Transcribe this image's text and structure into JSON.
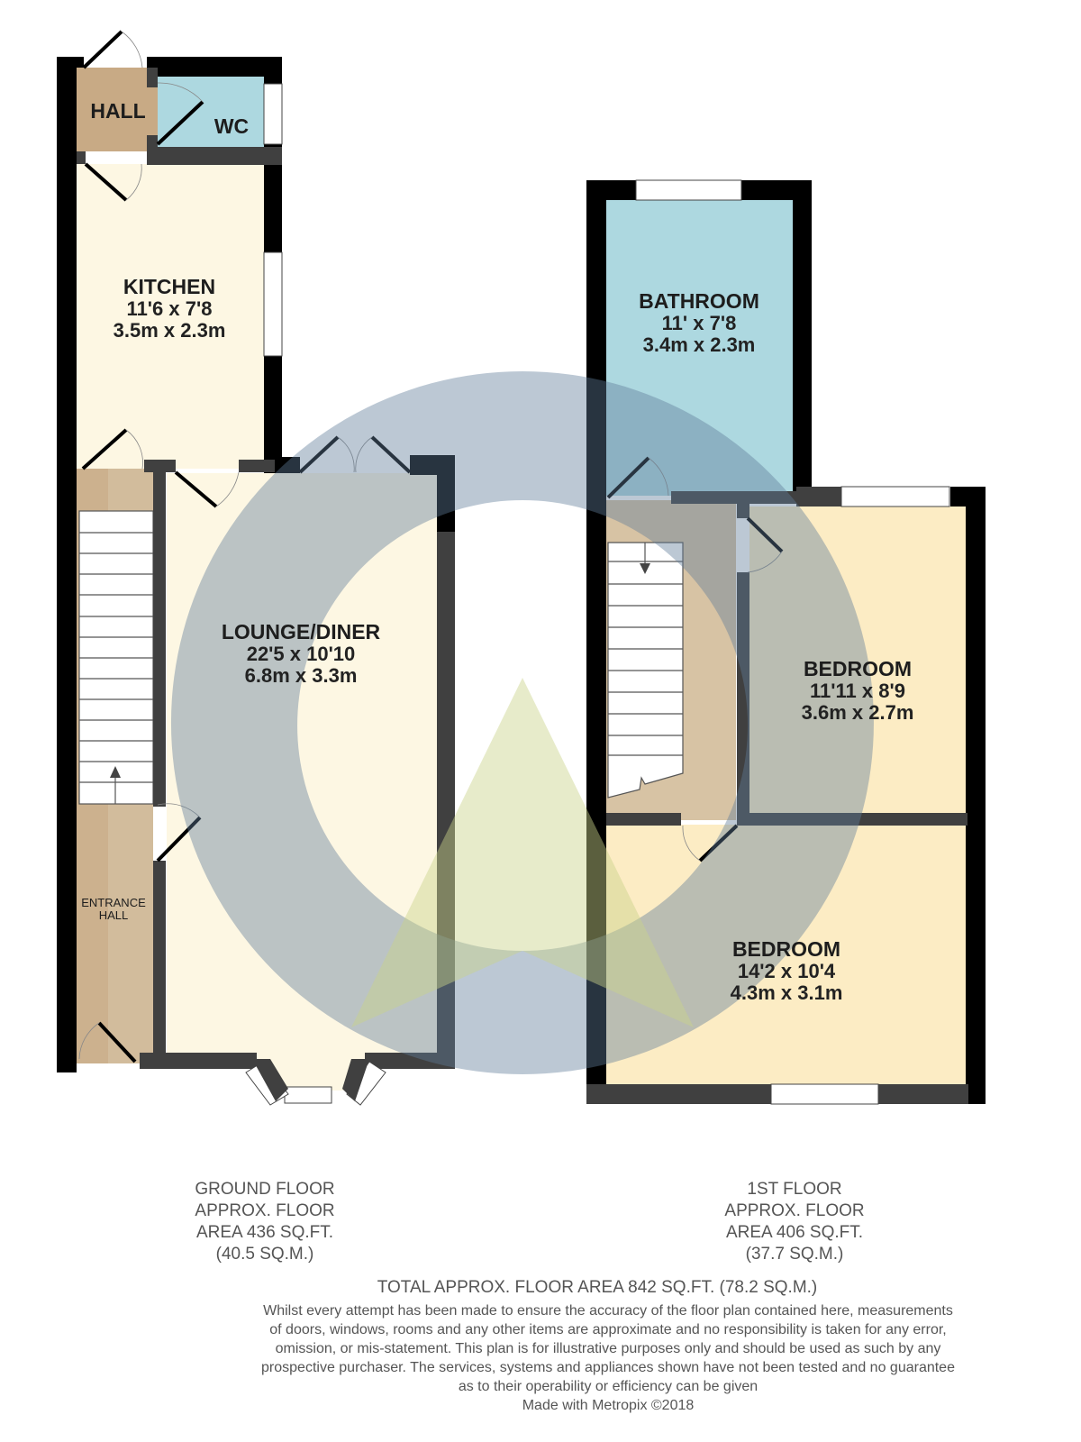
{
  "ground_floor": {
    "rooms": [
      {
        "name": "HALL",
        "dimensions_imperial": "",
        "dimensions_metric": ""
      },
      {
        "name": "WC",
        "dimensions_imperial": "",
        "dimensions_metric": ""
      },
      {
        "name": "KITCHEN",
        "dimensions_imperial": "11'6 x 7'8",
        "dimensions_metric": "3.5m x 2.3m"
      },
      {
        "name": "LOUNGE/DINER",
        "dimensions_imperial": "22'5 x 10'10",
        "dimensions_metric": "6.8m x 3.3m"
      },
      {
        "name": "ENTRANCE",
        "name_line2": "HALL",
        "dimensions_imperial": "",
        "dimensions_metric": ""
      }
    ],
    "caption": {
      "line1": "GROUND FLOOR",
      "line2": "APPROX. FLOOR",
      "line3": "AREA 436 SQ.FT.",
      "line4": "(40.5 SQ.M.)"
    }
  },
  "first_floor": {
    "rooms": [
      {
        "name": "BATHROOM",
        "dimensions_imperial": "11' x 7'8",
        "dimensions_metric": "3.4m x 2.3m"
      },
      {
        "name": "BEDROOM",
        "dimensions_imperial": "11'11 x 8'9",
        "dimensions_metric": "3.6m x 2.7m"
      },
      {
        "name": "BEDROOM",
        "dimensions_imperial": "14'2 x 10'4",
        "dimensions_metric": "4.3m x 3.1m"
      }
    ],
    "caption": {
      "line1": "1ST FLOOR",
      "line2": "APPROX. FLOOR",
      "line3": "AREA 406 SQ.FT.",
      "line4": "(37.7 SQ.M.)"
    }
  },
  "total_area": "TOTAL APPROX. FLOOR AREA 842 SQ.FT. (78.2 SQ.M.)",
  "disclaimer": {
    "line1": "Whilst every attempt has been made to ensure the accuracy of the floor plan contained here, measurements",
    "line2": "of doors, windows, rooms and any other items are approximate and no responsibility is taken for any error,",
    "line3": "omission, or mis-statement. This plan is for illustrative purposes only and should be used as such by any",
    "line4": "prospective purchaser. The services, systems and appliances shown have not been tested and no guarantee",
    "line5": "as to their operability or efficiency can be given",
    "credit": "Made with Metropix ©2018"
  },
  "colors": {
    "wall_outer": "#000000",
    "wall_inner": "#404040",
    "hall": "#c8aa85",
    "wc_bathroom": "#add8e0",
    "kitchen_lounge": "#fdf7e3",
    "entrance_hall": "#d2bc9c",
    "landing": "#d7c3a4",
    "bedroom": "#fcecc4",
    "watermark_ring": "#7a92a8",
    "watermark_triangle": "#c9d38a",
    "text": "#1d1d1d",
    "caption_text": "#555555"
  }
}
